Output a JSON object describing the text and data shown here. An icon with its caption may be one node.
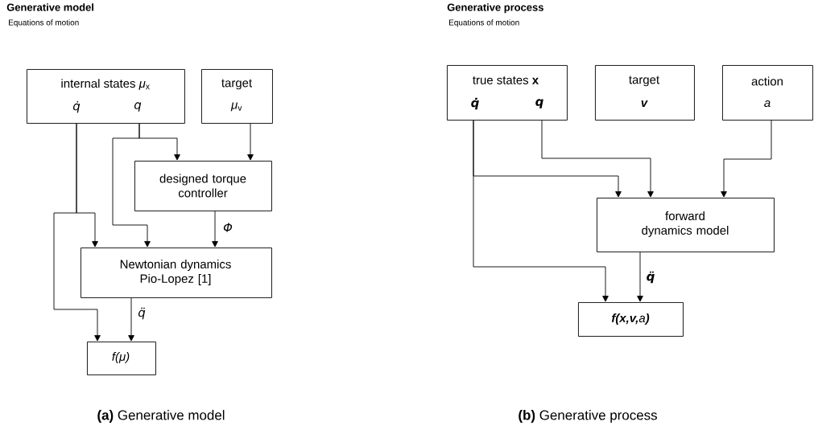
{
  "diagram": {
    "nodes": [
      {
        "text": [
          "internal states *μ*$_{x}$",
          "q̇",
          "q"
        ]
      },
      {
        "text": [
          "target",
          "*μ*$_{v}$"
        ]
      },
      {
        "text": [
          "designed torque controller"
        ]
      },
      {
        "text": [
          "Newtonian dynamics Pio-Lopez [1]"
        ]
      },
      {
        "text": [
          "f(μ)"
        ]
      },
      {
        "text": [
          "true states **x**",
          "q̇",
          "q"
        ]
      },
      {
        "text": [
          "target",
          "v"
        ]
      },
      {
        "text": [
          "action",
          "a"
        ]
      },
      {
        "text": [
          "forward dynamics model"
        ]
      },
      {
        "text": [
          "**f(x,v,**a**)**"
        ]
      }
    ],
    "edges": [
      {
        "from": 0,
        "to": 3,
        "arrow": "to"
      },
      {
        "from": 0,
        "to": 4,
        "arrow": "to"
      },
      {
        "from": 0,
        "to": 2,
        "arrow": "to"
      },
      {
        "from": 0,
        "to": 3,
        "arrow": "to"
      },
      {
        "from": 1,
        "to": 2,
        "arrow": "to"
      },
      {
        "from": 2,
        "to": 3,
        "arrow": "to",
        "label": "Φ"
      },
      {
        "from": 3,
        "to": 4,
        "arrow": "to",
        "label": "q̈"
      },
      {
        "from": 5,
        "to": 8,
        "arrow": "to"
      },
      {
        "from": 5,
        "to": 9,
        "arrow": "to"
      },
      {
        "from": 5,
        "to": 8,
        "arrow": "to"
      },
      {
        "from": 7,
        "to": 8,
        "arrow": "to"
      },
      {
        "from": 8,
        "to": 9,
        "arrow": "to",
        "label": "q̈"
      }
    ],
    "labels": [
      "Generative model",
      "Equations of motion",
      "Generative process",
      "Equations of motion",
      "**(a)** Generative model",
      "**(b)** Generative process"
    ]
  }
}
